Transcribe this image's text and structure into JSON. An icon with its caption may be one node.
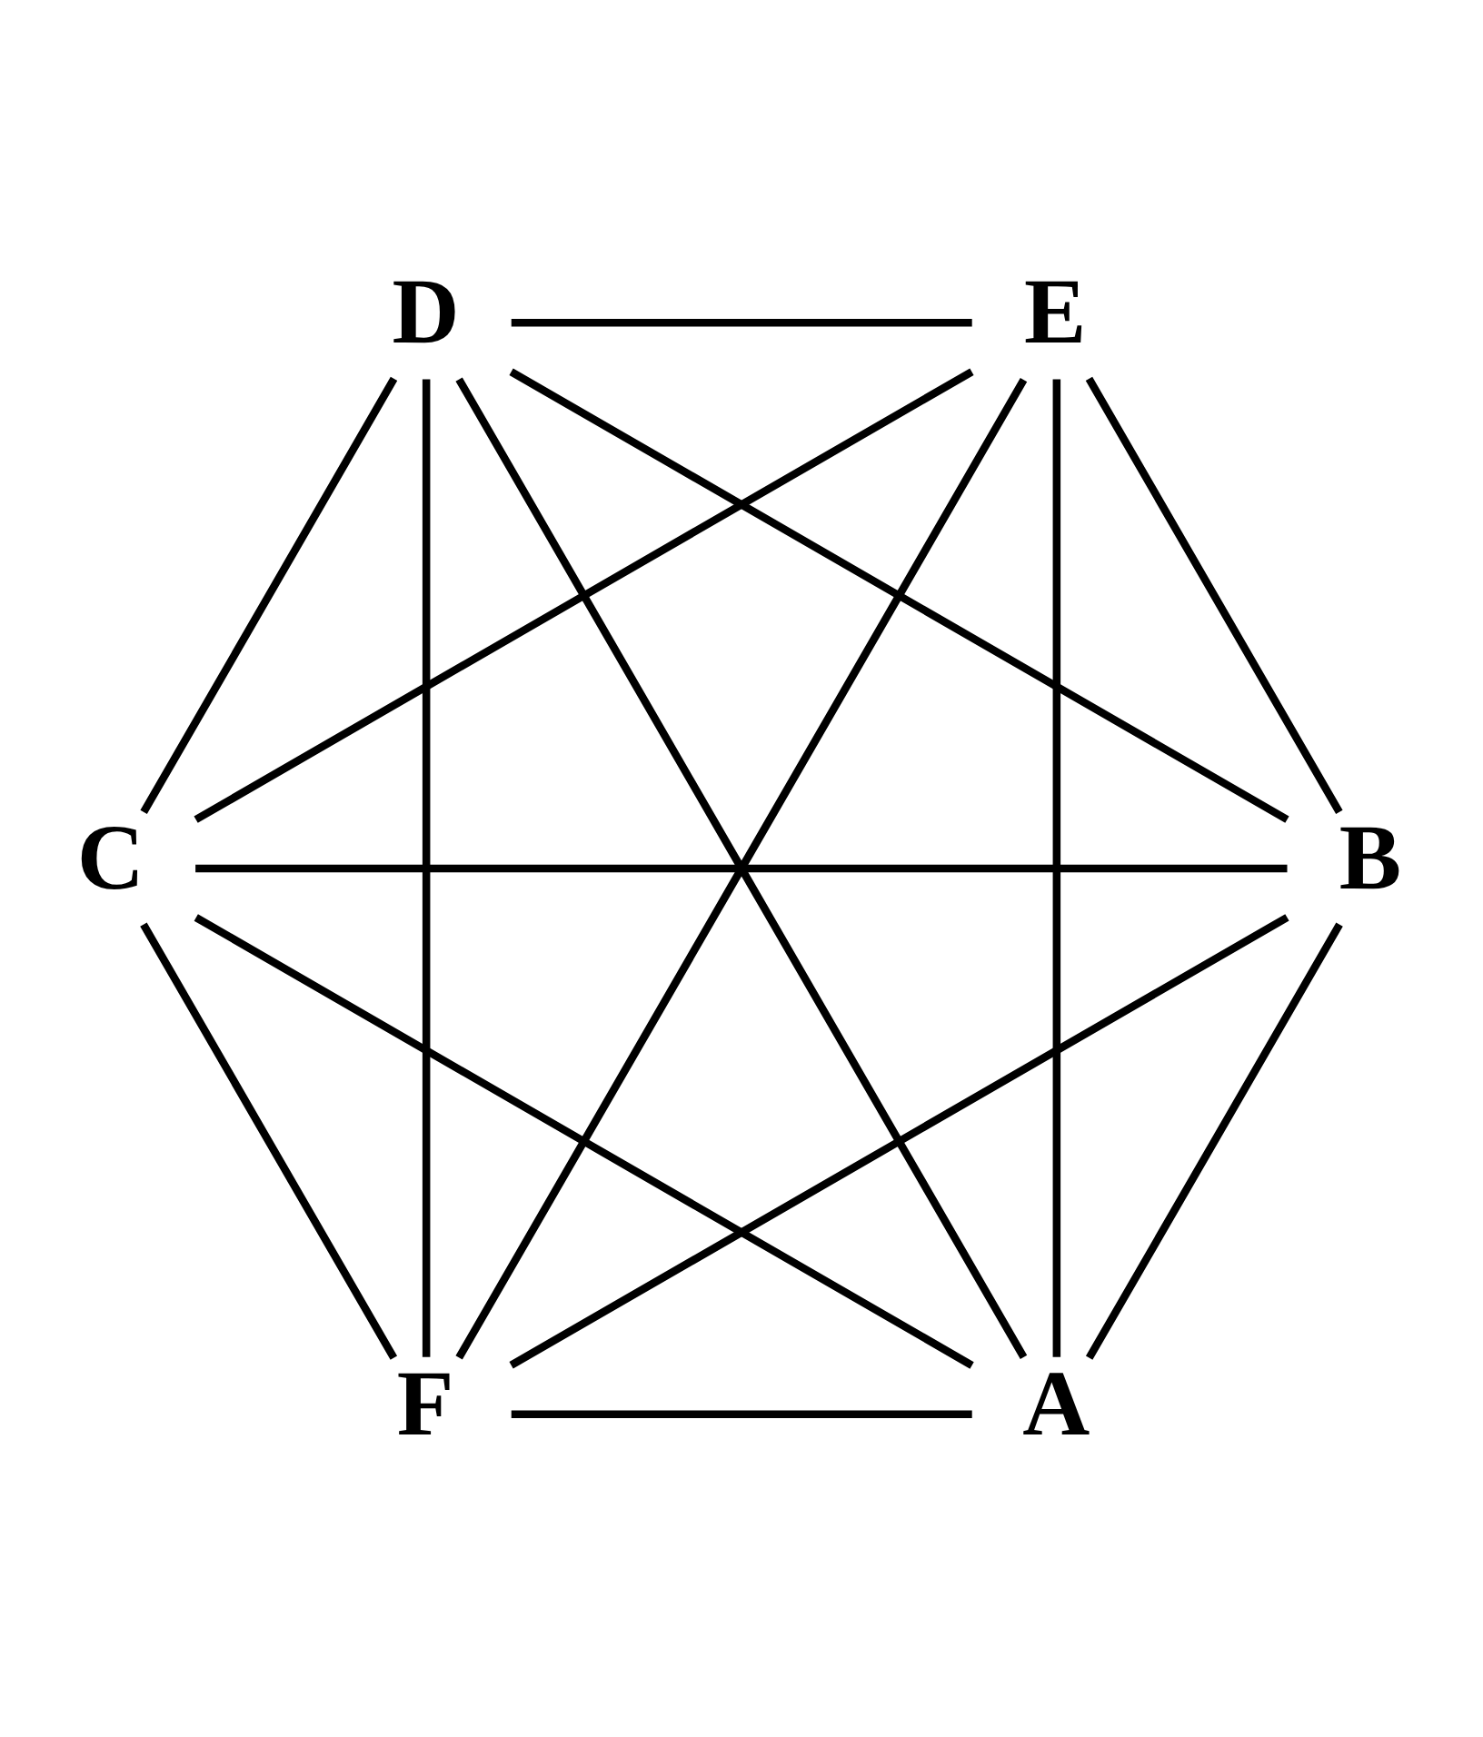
{
  "diagram": {
    "nodes": [
      {
        "text": [
          "A"
        ]
      },
      {
        "text": [
          "B"
        ]
      },
      {
        "text": [
          "F"
        ]
      },
      {
        "text": [
          "C"
        ]
      },
      {
        "text": [
          "E"
        ]
      },
      {
        "text": [
          "D"
        ]
      }
    ],
    "edges": [
      {
        "from": 0,
        "to": 1,
        "arrow": "none"
      },
      {
        "from": 1,
        "to": 3,
        "arrow": "none"
      },
      {
        "from": 3,
        "to": 5,
        "arrow": "none"
      },
      {
        "from": 5,
        "to": 4,
        "arrow": "none"
      },
      {
        "from": 4,
        "to": 2,
        "arrow": "none"
      },
      {
        "from": 2,
        "to": 0,
        "arrow": "none"
      },
      {
        "from": 0,
        "to": 3,
        "arrow": "none"
      },
      {
        "from": 0,
        "to": 5,
        "arrow": "none"
      },
      {
        "from": 0,
        "to": 4,
        "arrow": "none"
      },
      {
        "from": 1,
        "to": 2,
        "arrow": "none"
      },
      {
        "from": 1,
        "to": 5,
        "arrow": "none"
      },
      {
        "from": 1,
        "to": 4,
        "arrow": "none"
      },
      {
        "from": 2,
        "to": 3,
        "arrow": "none"
      },
      {
        "from": 2,
        "to": 5,
        "arrow": "none"
      },
      {
        "from": 3,
        "to": 4,
        "arrow": "none"
      }
    ]
  }
}
